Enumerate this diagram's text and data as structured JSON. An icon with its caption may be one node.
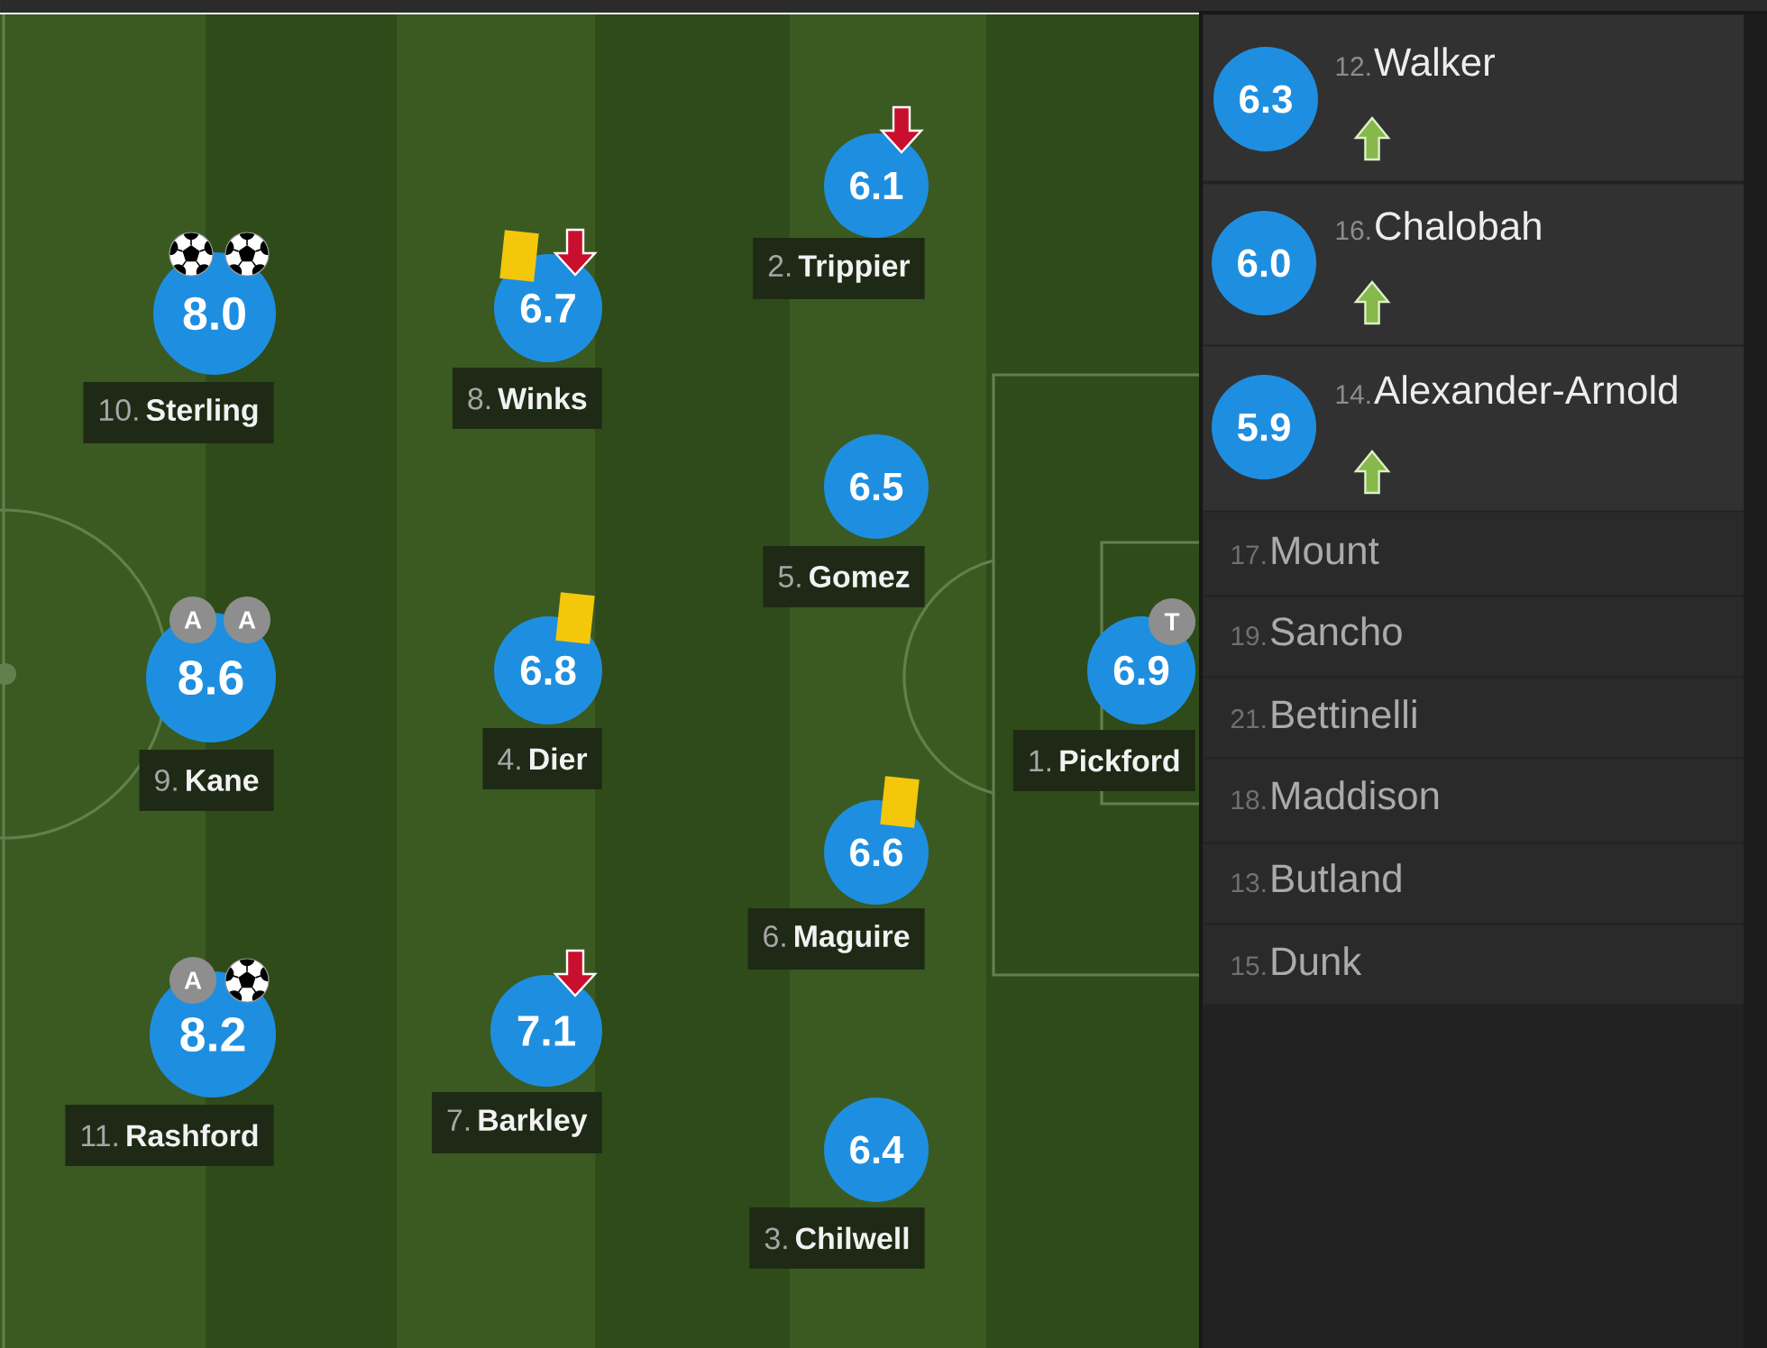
{
  "diagram": {
    "nodes": [
      {
        "text": [
          "8.0"
        ]
      },
      {
        "text": [
          "10.",
          "Sterling"
        ]
      },
      {
        "text": [
          "A"
        ]
      },
      {
        "text": [
          "A"
        ]
      },
      {
        "text": [
          "8.6"
        ]
      },
      {
        "text": [
          "9.",
          "Kane"
        ]
      },
      {
        "text": [
          "A"
        ]
      },
      {
        "text": [
          "8.2"
        ]
      },
      {
        "text": [
          "11.",
          "Rashford"
        ]
      },
      {
        "text": [
          "6.7"
        ]
      },
      {
        "text": [
          "8.",
          "Winks"
        ]
      },
      {
        "text": [
          "6.8"
        ]
      },
      {
        "text": [
          "4.",
          "Dier"
        ]
      },
      {
        "text": [
          "7.1"
        ]
      },
      {
        "text": [
          "7.",
          "Barkley"
        ]
      },
      {
        "text": [
          "6.1"
        ]
      },
      {
        "text": [
          "2.",
          "Trippier"
        ]
      },
      {
        "text": [
          "6.5"
        ]
      },
      {
        "text": [
          "5.",
          "Gomez"
        ]
      },
      {
        "text": [
          "6.6"
        ]
      },
      {
        "text": [
          "6.",
          "Maguire"
        ]
      },
      {
        "text": [
          "6.4"
        ]
      },
      {
        "text": [
          "3.",
          "Chilwell"
        ]
      },
      {
        "text": [
          "T"
        ]
      },
      {
        "text": [
          "6.9"
        ]
      },
      {
        "text": [
          "1.",
          "Pickford"
        ]
      },
      {
        "text": [
          "12.",
          "Walker"
        ]
      },
      {
        "text": [
          "6.3"
        ],
        "in": 26
      },
      {
        "text": [
          "16.",
          "Chalobah"
        ]
      },
      {
        "text": [
          "6.0"
        ],
        "in": 28
      },
      {
        "text": [
          "14.",
          "Alexander-Arnold"
        ]
      },
      {
        "text": [
          "5.9"
        ],
        "in": 30
      },
      {
        "text": [
          "17.",
          "Mount"
        ]
      },
      {
        "text": [
          "19.",
          "Sancho"
        ]
      },
      {
        "text": [
          "21.",
          "Bettinelli"
        ]
      },
      {
        "text": [
          "18.",
          "Maddison"
        ]
      },
      {
        "text": [
          "13.",
          "Butland"
        ]
      },
      {
        "text": [
          "15.",
          "Dunk"
        ]
      }
    ]
  }
}
